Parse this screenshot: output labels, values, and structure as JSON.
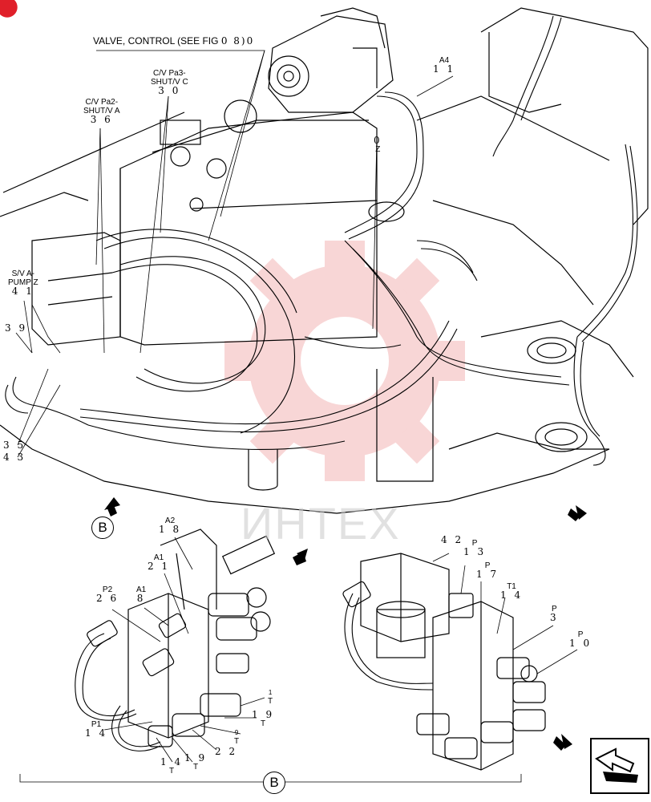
{
  "header": {
    "valve_control": "VALVE, CONTROL (SEE FIG",
    "valve_control_ref": "0 8)0"
  },
  "callouts": {
    "a4": {
      "label": "A4",
      "number": "1 1"
    },
    "cv_pa3": {
      "label_line1": "C/V Pa3-",
      "label_line2": "SHUT/V C",
      "number": "3 0"
    },
    "cv_pa2": {
      "label_line1": "C/V Pa2-",
      "label_line2": "SHUT/V A",
      "number": "3 6"
    },
    "sv_a_pump": {
      "label_line1": "S/V A-",
      "label_line2": "PUMP Z",
      "number": "4 1"
    },
    "z_mark": {
      "number": "0",
      "label": "Z"
    },
    "n39": {
      "number": "3 9"
    },
    "n35": {
      "number": "3 5"
    },
    "n43": {
      "number": "4 3"
    },
    "a2": {
      "label": "A2",
      "number": "1 8"
    },
    "a1_top": {
      "label": "A1",
      "number": "2 1"
    },
    "p2": {
      "label": "P2",
      "number": "2 6"
    },
    "a1_mid": {
      "label": "A1",
      "number": "8"
    },
    "p1": {
      "label": "P1",
      "number": "1 4"
    },
    "t_1": {
      "number": "1",
      "label": "T"
    },
    "t_19a": {
      "number": "1 9",
      "label": "T"
    },
    "t_9": {
      "number": "9",
      "label": "T"
    },
    "t_22": {
      "number": "2 2"
    },
    "t_14": {
      "number": "1 4",
      "label": "T"
    },
    "t_19b": {
      "number": "1 9",
      "label": "T"
    },
    "n42": {
      "number": "4 2"
    },
    "p_13": {
      "label": "P",
      "number": "1 3"
    },
    "p_17": {
      "label": "P",
      "number": "1 7"
    },
    "t1_14": {
      "label": "T1",
      "number": "1 4"
    },
    "p_3": {
      "label": "P",
      "number": "3"
    },
    "p_10": {
      "label": "P",
      "number": "1 0"
    }
  },
  "view_markers": {
    "top": "B",
    "bottom": "B"
  },
  "watermark": "ИНТЕХ",
  "colors": {
    "line": "#000000",
    "watermark_gear": "#f5c9c9",
    "badge": "#e0202a"
  },
  "icons": [
    "view-arrow-icon",
    "navigation-arrow-icon",
    "watermark-gear-icon"
  ]
}
